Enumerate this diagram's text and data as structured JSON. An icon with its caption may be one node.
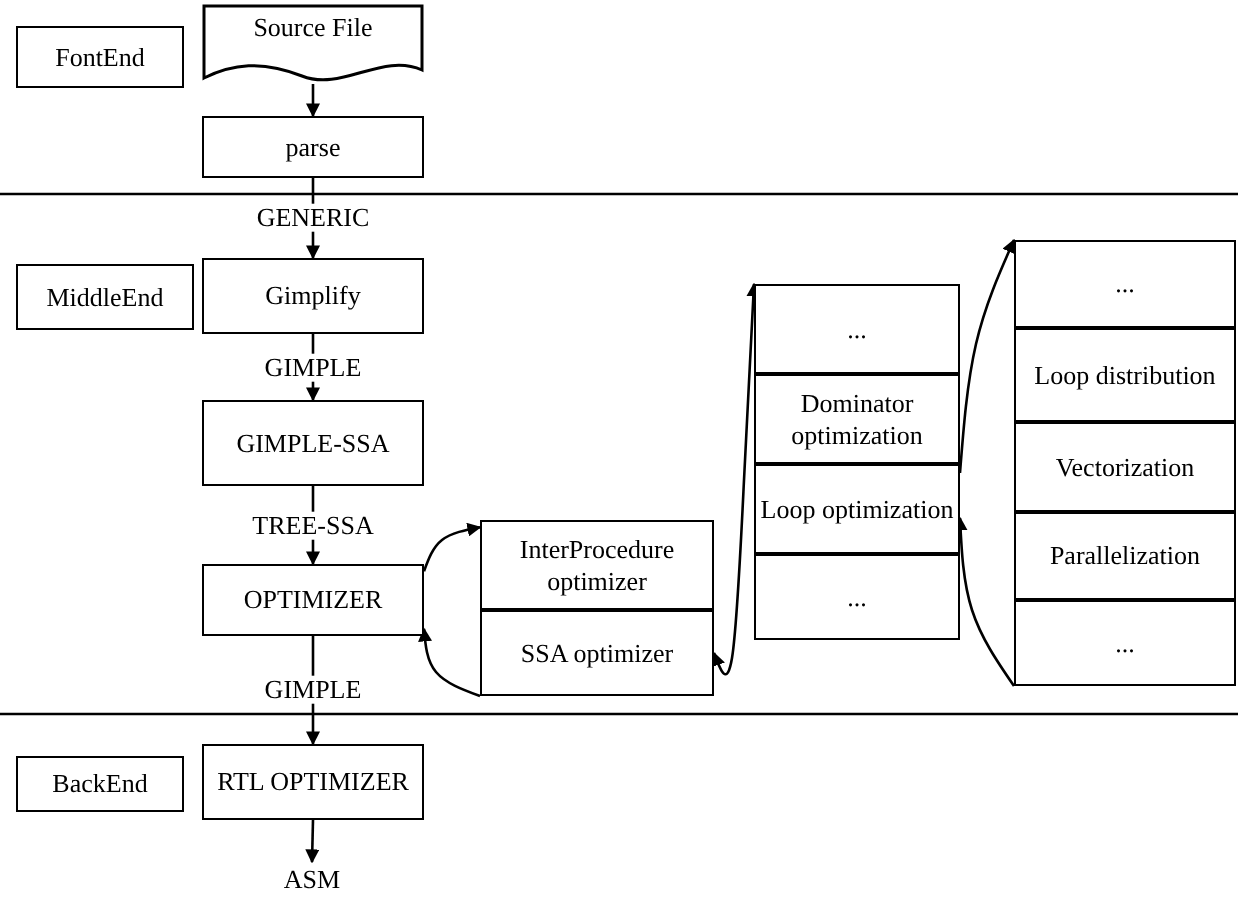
{
  "diagram": {
    "nodes": [
      {
        "text": [
          "FontEnd"
        ]
      },
      {
        "text": [
          "Source File"
        ]
      },
      {
        "text": [
          "parse"
        ]
      },
      {
        "text": [
          "MiddleEnd"
        ]
      },
      {
        "text": [
          "Gimplify"
        ]
      },
      {
        "text": [
          "GIMPLE-SSA"
        ]
      },
      {
        "text": [
          "OPTIMIZER"
        ]
      },
      {
        "text": [
          "InterProcedure optimizer"
        ]
      },
      {
        "text": [
          "SSA optimizer"
        ]
      },
      {
        "text": [
          "..."
        ]
      },
      {
        "text": [
          "Dominator optimization"
        ]
      },
      {
        "text": [
          "Loop optimization"
        ]
      },
      {
        "text": [
          "..."
        ]
      },
      {
        "text": [
          "..."
        ]
      },
      {
        "text": [
          "Loop distribution"
        ]
      },
      {
        "text": [
          "Vectorization"
        ]
      },
      {
        "text": [
          "Parallelization"
        ]
      },
      {
        "text": [
          "..."
        ]
      },
      {
        "text": [
          "BackEnd"
        ]
      },
      {
        "text": [
          "RTL OPTIMIZER"
        ]
      },
      {
        "text": [
          "ASM"
        ]
      }
    ],
    "edges": [
      {
        "from": 1,
        "to": 2,
        "arrow": "to"
      },
      {
        "from": 2,
        "to": 4,
        "label": "GENERIC",
        "arrow": "to"
      },
      {
        "from": 4,
        "to": 5,
        "label": "GIMPLE",
        "arrow": "to"
      },
      {
        "from": 5,
        "to": 6,
        "label": "TREE-SSA",
        "arrow": "to"
      },
      {
        "from": 6,
        "to": 19,
        "label": "GIMPLE",
        "arrow": "to"
      },
      {
        "from": 19,
        "to": 20,
        "arrow": "to"
      },
      {
        "from": 6,
        "to": 7,
        "arrow": "to"
      },
      {
        "from": 8,
        "to": 6,
        "arrow": "to"
      },
      {
        "from": 8,
        "to": 9,
        "arrow": "both"
      },
      {
        "from": 11,
        "to": 13,
        "arrow": "to"
      },
      {
        "from": 17,
        "to": 11,
        "arrow": "to"
      }
    ]
  }
}
